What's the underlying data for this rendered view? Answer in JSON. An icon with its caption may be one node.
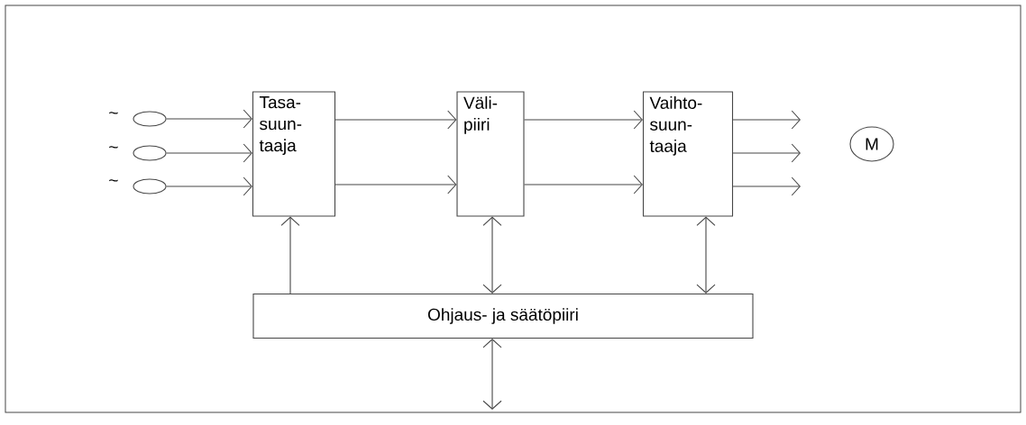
{
  "diagram": {
    "nodes": [
      {
        "text": [],
        "shape": "ellipse",
        "beside": [
          "~"
        ]
      },
      {
        "text": [],
        "shape": "ellipse",
        "beside": [
          "~"
        ]
      },
      {
        "text": [],
        "shape": "ellipse",
        "beside": [
          "~"
        ]
      },
      {
        "text": [
          "Tasa- suun- taaja"
        ]
      },
      {
        "text": [
          "Väli- piiri"
        ]
      },
      {
        "text": [
          "Vaihto- suun- taaja"
        ]
      },
      {
        "text": [
          "M"
        ]
      },
      {
        "text": [
          "Ohjaus- ja säätöpiiri"
        ]
      }
    ],
    "edges": [
      {
        "from": 0,
        "to": 3,
        "arrow": "to"
      },
      {
        "from": 1,
        "to": 3,
        "arrow": "to"
      },
      {
        "from": 2,
        "to": 3,
        "arrow": "to"
      },
      {
        "from": 3,
        "to": 4,
        "arrow": "to"
      },
      {
        "from": 3,
        "to": 4,
        "arrow": "to"
      },
      {
        "from": 4,
        "to": 5,
        "arrow": "to"
      },
      {
        "from": 4,
        "to": 5,
        "arrow": "to"
      },
      {
        "from": 5,
        "to": null,
        "arrow": "to"
      },
      {
        "from": 5,
        "to": null,
        "arrow": "to"
      },
      {
        "from": 5,
        "to": null,
        "arrow": "to"
      },
      {
        "from": 7,
        "to": 3,
        "arrow": "to"
      },
      {
        "from": 4,
        "to": 7,
        "arrow": "both"
      },
      {
        "from": 5,
        "to": 7,
        "arrow": "both"
      },
      {
        "from": 7,
        "to": null,
        "arrow": "both"
      }
    ]
  }
}
